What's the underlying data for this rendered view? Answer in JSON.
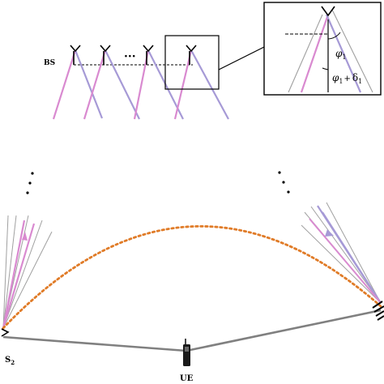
{
  "labels": {
    "bs": "BS",
    "dots_array": "···",
    "ue": "UE",
    "s2_base": "S",
    "s2_sub": "2",
    "phi_main": "φ",
    "phi_sub": "1",
    "phi_delta_main": "φ",
    "phi_delta_sub": "1",
    "plus": "+",
    "delta_main": "δ",
    "delta_sub": "1"
  },
  "colors": {
    "pink": "#d98ad0",
    "violet": "#a69ad6",
    "gray_beam": "#a0a0a0",
    "path": "#808080",
    "arc": "#e07b27",
    "ink": "#000000"
  }
}
